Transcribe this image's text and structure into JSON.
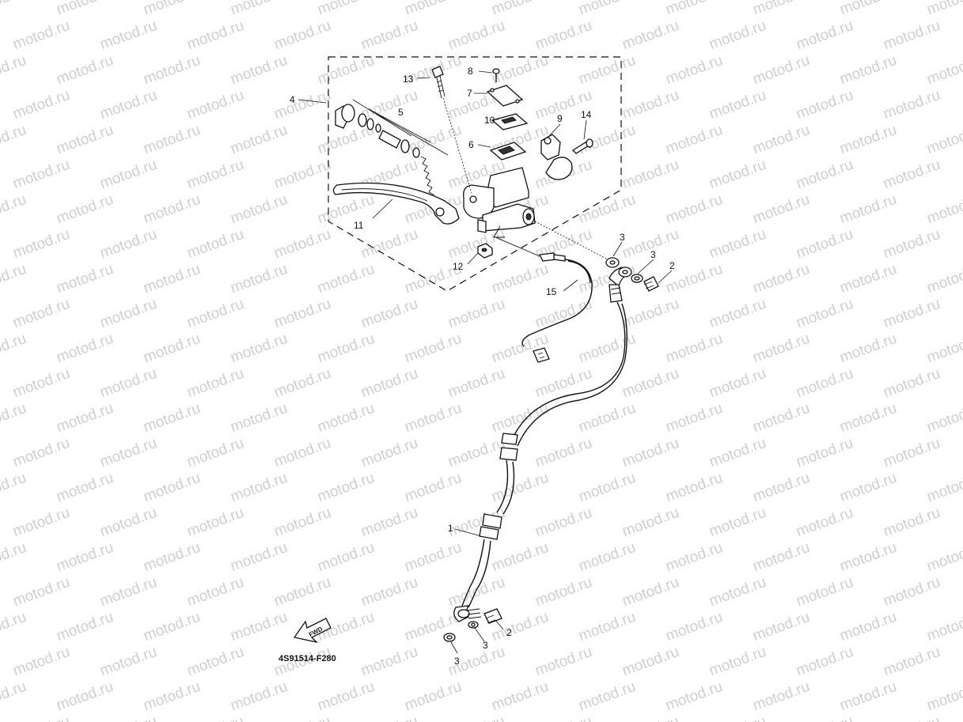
{
  "watermark": "motod.ru",
  "diagram_code": "4S91514-F280",
  "fwd_label": "FWD",
  "callouts": {
    "c1": "1",
    "c2a": "2",
    "c2b": "2",
    "c3a": "3",
    "c3b": "3",
    "c3c": "3",
    "c3d": "3",
    "c4": "4",
    "c5": "5",
    "c6": "6",
    "c7": "7",
    "c8": "8",
    "c9": "9",
    "c10": "10",
    "c11": "11",
    "c12": "12",
    "c13": "13",
    "c14": "14",
    "c15": "15"
  }
}
